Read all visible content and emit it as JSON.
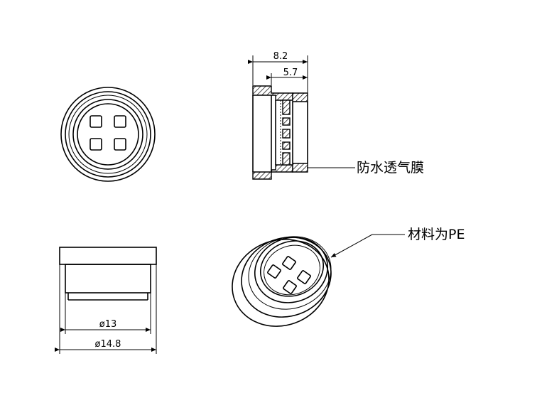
{
  "side_view": {
    "dim_overall": "8.2",
    "dim_inner": "5.7",
    "callout_membrane": "防水透气膜"
  },
  "front_view": {
    "dim_inner_diameter": "ø13",
    "dim_outer_diameter": "ø14.8"
  },
  "iso_view": {
    "callout_material": "材料为PE"
  }
}
